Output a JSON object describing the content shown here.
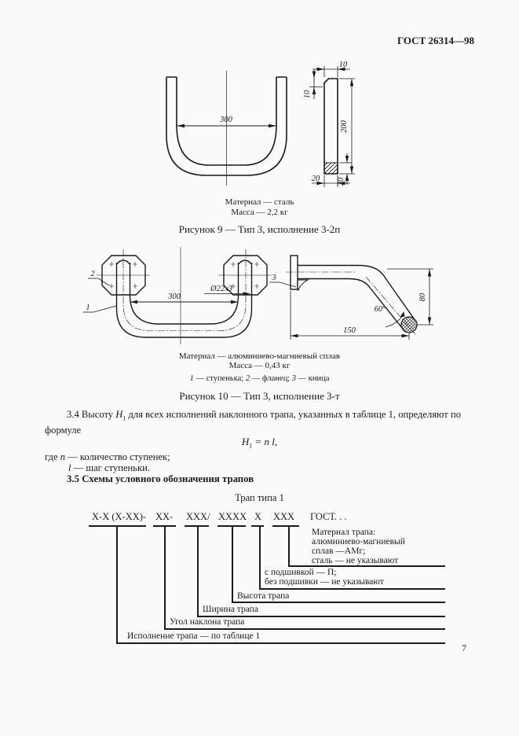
{
  "header": "ГОСТ 26314—98",
  "page_number": "7",
  "fig9": {
    "material": "Материал — сталь",
    "mass": "Масса — 2,2 кг",
    "caption": "Рисунок 9 — Тип 3, исполнение 3-2п",
    "dim_width": "300",
    "dim_top": "10",
    "dim_side": "10",
    "dim_height": "200",
    "dim_foot_w": "20",
    "dim_foot_h": "20"
  },
  "fig10": {
    "material": "Материал — алюминиево-магниевый сплав",
    "mass": "Масса — 0,43 кг",
    "caption": "Рисунок 10 — Тип 3, исполнение 3-т",
    "legend": [
      {
        "num": "1",
        "text": " — ступенька; "
      },
      {
        "num": "2",
        "text": " — фланец; "
      },
      {
        "num": "3",
        "text": " — кница"
      }
    ],
    "dim_width": "300",
    "dim_tube": "Ø22х3",
    "dim_length": "150",
    "dim_height": "80",
    "dim_angle": "60°",
    "callout_step": "1",
    "callout_flange": "2",
    "callout_bracket": "3"
  },
  "s34": {
    "lead": "3.4  Высоту ",
    "var": "Н",
    "var_sub": "1",
    "rest": " для всех исполнений наклонного трапа, указанных в таблице 1, определяют по формуле",
    "formula_var": "Н",
    "formula_sub": "1",
    "formula_rhs": " = n l,",
    "where_intro": "где ",
    "where_n": "n",
    "where_n_text": " — количество ступенек;",
    "where_l": "l",
    "where_l_text": " — шаг ступеньки."
  },
  "s35": {
    "heading": "3.5  Схемы условного обозначения трапов",
    "subtitle": "Трап типа 1"
  },
  "scheme": {
    "groups": [
      "Х-Х (Х-ХХ)-",
      "ХХ-",
      "ХХХ/",
      "ХХХХ",
      "Х",
      "ХХХ"
    ],
    "gost": "ГОСТ. . .",
    "label_material": [
      "Материал трапа:",
      "алюминиево-магниевый",
      "сплав —АМг;",
      "сталь — не указывают"
    ],
    "label_lining": [
      "с подшивкой — П;",
      "без подшивки — не указывают"
    ],
    "label_height": "Высота трапа",
    "label_width": "Ширина трапа",
    "label_angle": "Угол наклона трапа",
    "label_execution": "Исполнение трапа — по таблице 1"
  }
}
